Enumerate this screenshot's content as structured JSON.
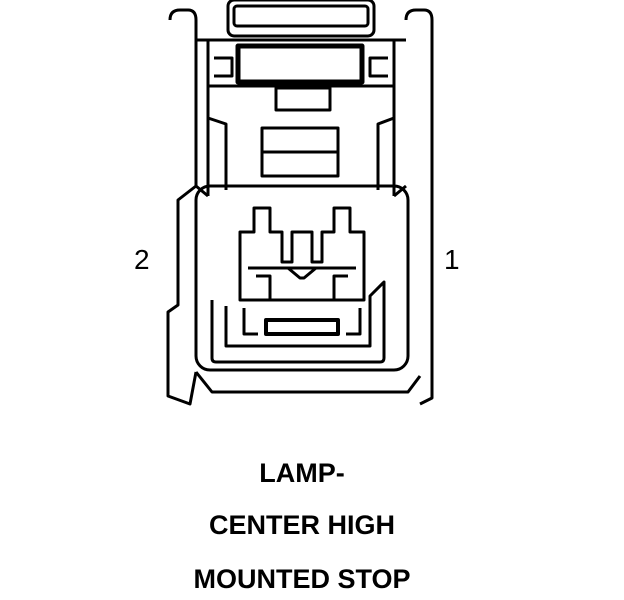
{
  "pins": {
    "left": "2",
    "right": "1"
  },
  "caption": {
    "line1": "LAMP-",
    "line2": "CENTER HIGH",
    "line3": "MOUNTED STOP"
  }
}
